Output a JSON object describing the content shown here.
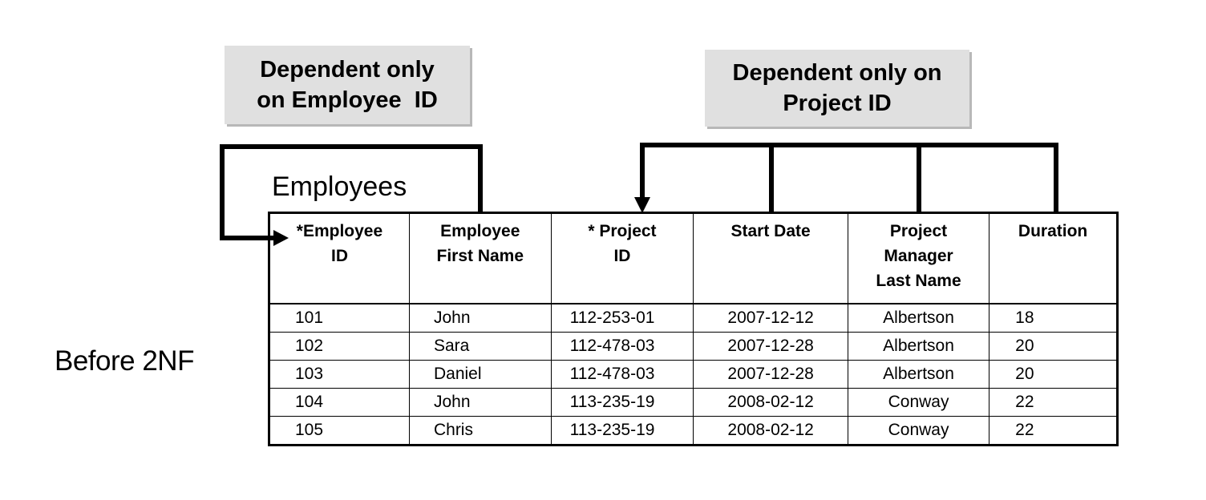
{
  "callouts": {
    "employee": [
      "Dependent only",
      "on Employee  ID"
    ],
    "project": [
      "Dependent only on",
      "Project ID"
    ]
  },
  "table": {
    "title": "Employees",
    "headers": [
      [
        "*Employee",
        "ID"
      ],
      [
        "Employee",
        "First Name"
      ],
      [
        "* Project",
        "ID"
      ],
      [
        "Start Date"
      ],
      [
        "Project",
        "Manager",
        "Last Name"
      ],
      [
        "Duration"
      ]
    ],
    "rows": [
      [
        "101",
        "John",
        "112-253-01",
        "2007-12-12",
        "Albertson",
        "18"
      ],
      [
        "102",
        "Sara",
        "112-478-03",
        "2007-12-28",
        "Albertson",
        "20"
      ],
      [
        "103",
        "Daniel",
        "112-478-03",
        "2007-12-28",
        "Albertson",
        "20"
      ],
      [
        "104",
        "John",
        "113-235-19",
        "2008-02-12",
        "Conway",
        "22"
      ],
      [
        "105",
        "Chris",
        "113-235-19",
        "2008-02-12",
        "Conway",
        "22"
      ]
    ]
  },
  "side_label": "Before 2NF",
  "colors": {
    "callout_fill": "#e0e0e0",
    "callout_shadow": "#b8b8b8",
    "line": "#000000"
  }
}
